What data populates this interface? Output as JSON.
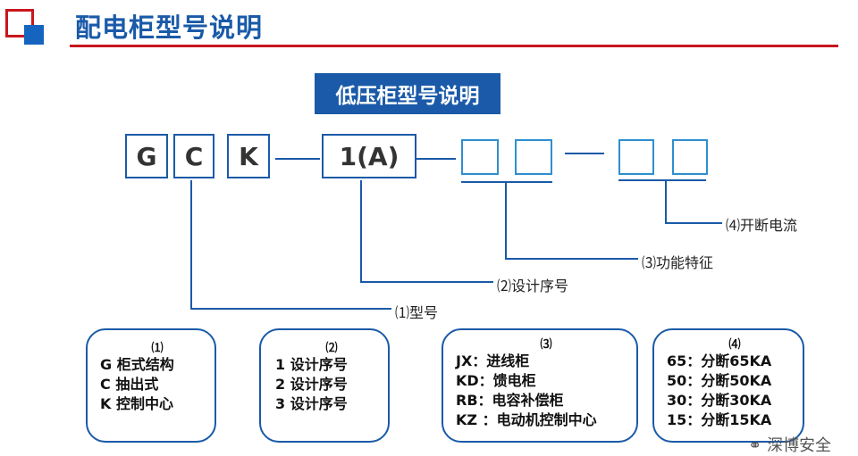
{
  "header": {
    "title": "配电柜型号说明"
  },
  "subtitle": "低压柜型号说明",
  "code": {
    "boxes": [
      "G",
      "C",
      "K",
      "1(A)"
    ]
  },
  "fields": [
    {
      "label": "⑷开断电流"
    },
    {
      "label": "⑶功能特征"
    },
    {
      "label": "⑵设计序号"
    },
    {
      "label": "⑴型号"
    }
  ],
  "descriptions": [
    {
      "header": "⑴",
      "lines": [
        "G 柜式结构",
        "C 抽出式",
        "K 控制中心"
      ]
    },
    {
      "header": "⑵",
      "lines": [
        "1 设计序号",
        "2 设计序号",
        "3 设计序号"
      ]
    },
    {
      "header": "⑶",
      "lines": [
        "JX：进线柜",
        "KD：馈电柜",
        "RB：电容补偿柜",
        "KZ ：电动机控制中心"
      ]
    },
    {
      "header": "⑷",
      "lines": [
        "65：分断65KA",
        "50：分断50KA",
        "30：分断30KA",
        "15：分断15KA"
      ]
    }
  ],
  "watermark": "深博安全",
  "colors": {
    "brand_blue": "#1a5aa8",
    "accent_red": "#c8161d",
    "line_blue": "#2e8fcf"
  }
}
